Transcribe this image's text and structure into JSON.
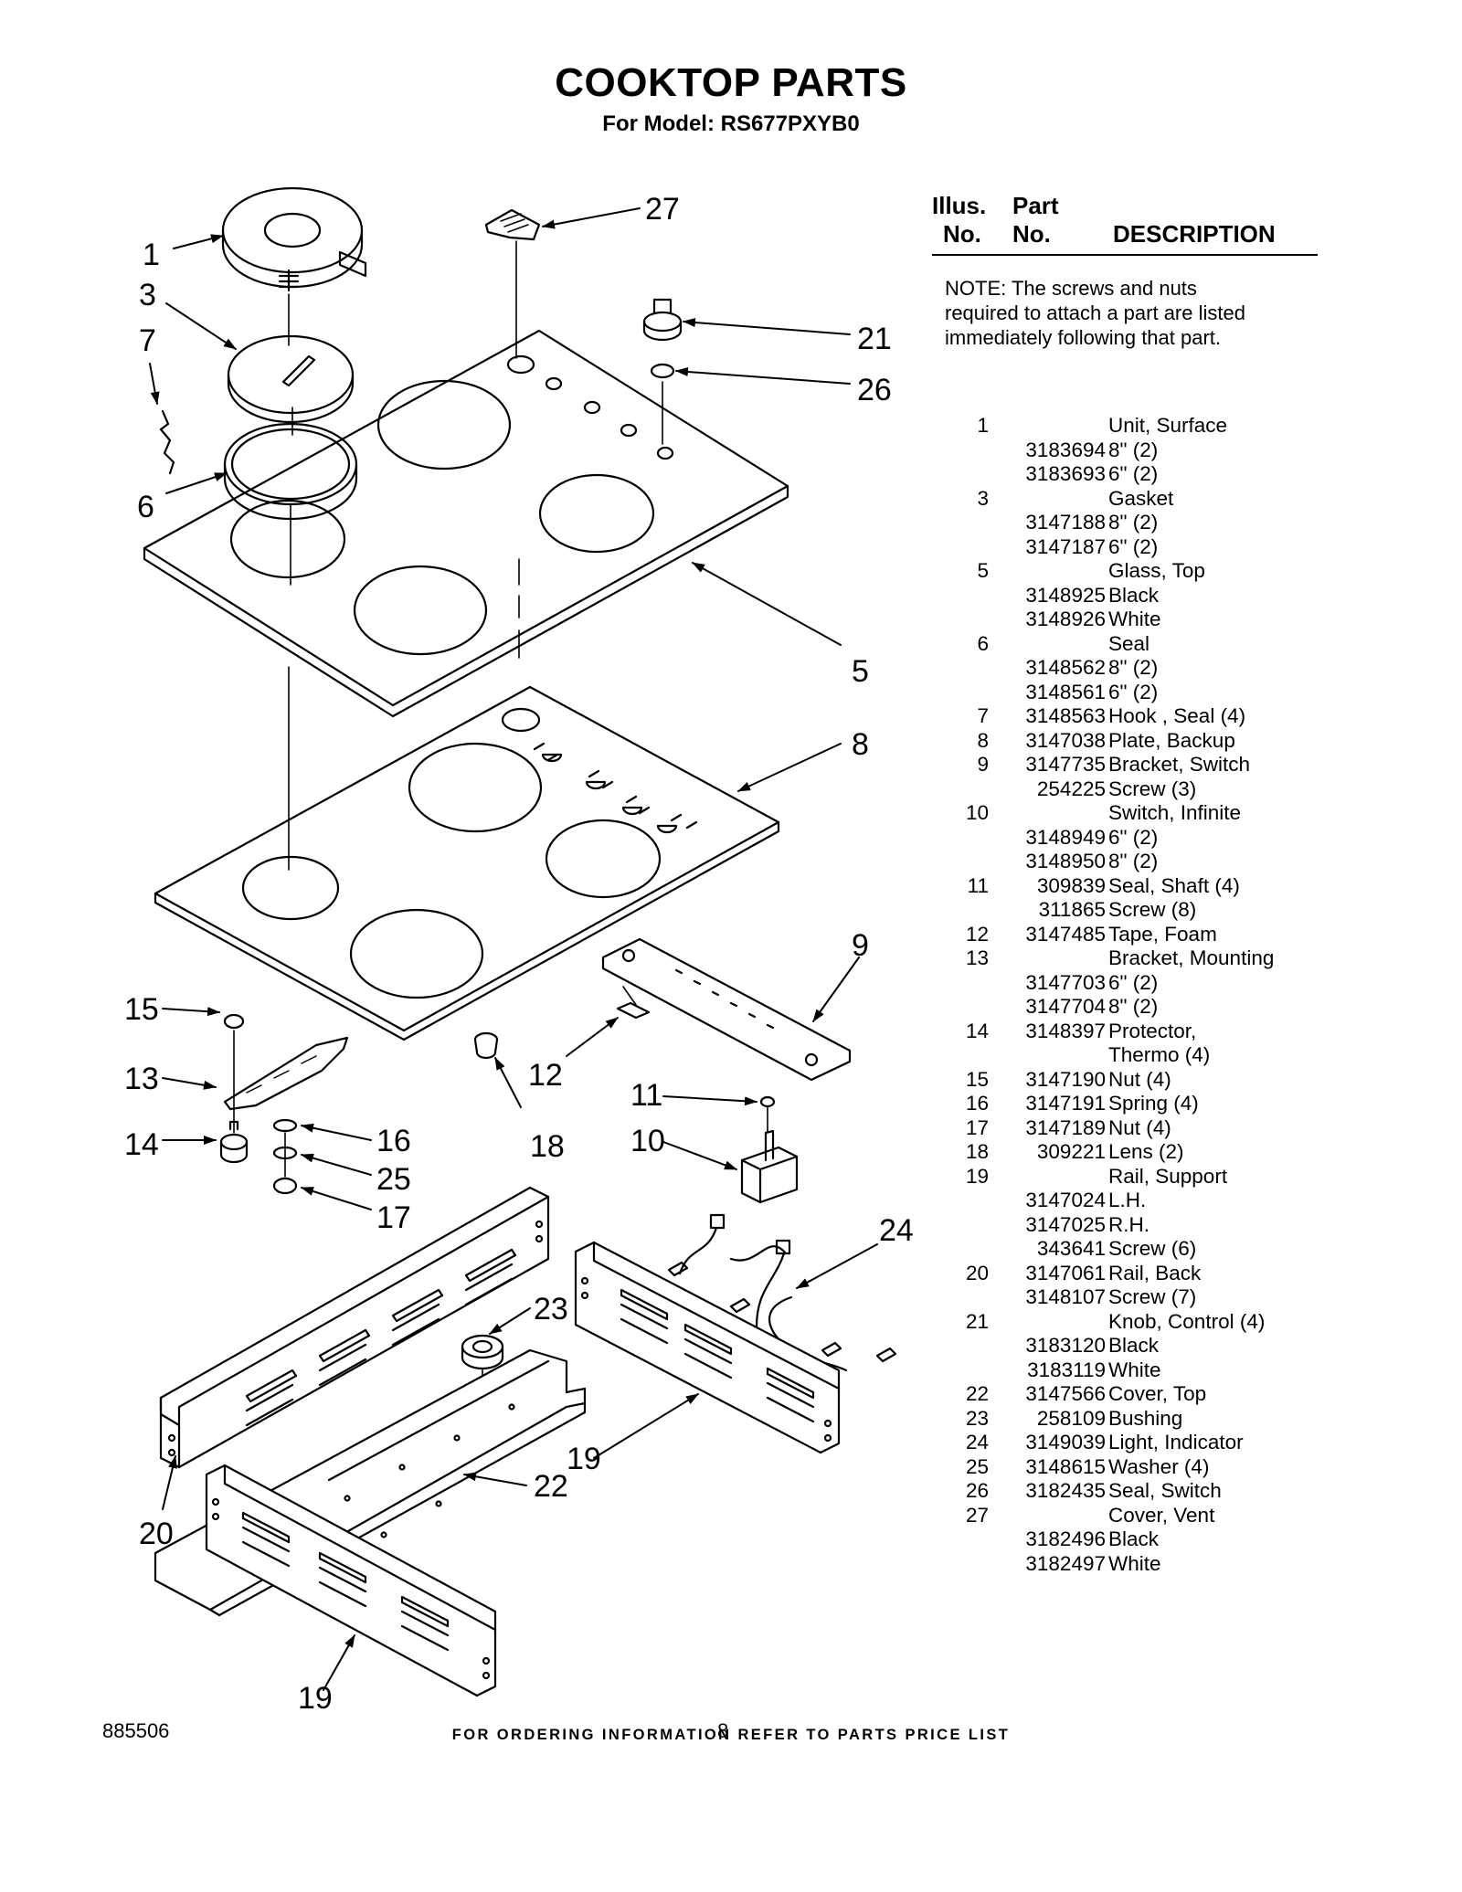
{
  "header": {
    "title": "COOKTOP PARTS",
    "subtitle": "For Model: RS677PXYB0"
  },
  "table_header": {
    "illus": "Illus.",
    "part": "Part",
    "no1": "No.",
    "no2": "No.",
    "description": "DESCRIPTION"
  },
  "note": "NOTE: The screws and nuts required to attach a part are listed immediately following that part.",
  "callouts": [
    "1",
    "3",
    "7",
    "6",
    "27",
    "21",
    "26",
    "5",
    "8",
    "9",
    "15",
    "13",
    "14",
    "16",
    "25",
    "17",
    "12",
    "18",
    "11",
    "10",
    "24",
    "23",
    "22",
    "19",
    "20",
    "19"
  ],
  "parts": [
    {
      "illus": "1",
      "part": "",
      "desc": "Unit, Surface"
    },
    {
      "illus": "",
      "part": "3183694",
      "desc": "8\" (2)"
    },
    {
      "illus": "",
      "part": "3183693",
      "desc": "6\" (2)"
    },
    {
      "illus": "3",
      "part": "",
      "desc": "Gasket"
    },
    {
      "illus": "",
      "part": "3147188",
      "desc": "8\" (2)"
    },
    {
      "illus": "",
      "part": "3147187",
      "desc": "6\" (2)"
    },
    {
      "illus": "5",
      "part": "",
      "desc": "Glass, Top"
    },
    {
      "illus": "",
      "part": "3148925",
      "desc": "Black"
    },
    {
      "illus": "",
      "part": "3148926",
      "desc": "White"
    },
    {
      "illus": "6",
      "part": "",
      "desc": "Seal"
    },
    {
      "illus": "",
      "part": "3148562",
      "desc": "8\" (2)"
    },
    {
      "illus": "",
      "part": "3148561",
      "desc": "6\" (2)"
    },
    {
      "illus": "7",
      "part": "3148563",
      "desc": "Hook , Seal (4)"
    },
    {
      "illus": "8",
      "part": "3147038",
      "desc": "Plate, Backup"
    },
    {
      "illus": "9",
      "part": "3147735",
      "desc": "Bracket, Switch"
    },
    {
      "illus": "",
      "part": "254225",
      "desc": "Screw (3)"
    },
    {
      "illus": "10",
      "part": "",
      "desc": "Switch, Infinite"
    },
    {
      "illus": "",
      "part": "3148949",
      "desc": "6\" (2)"
    },
    {
      "illus": "",
      "part": "3148950",
      "desc": "8\" (2)"
    },
    {
      "illus": "11",
      "part": "309839",
      "desc": "Seal, Shaft (4)"
    },
    {
      "illus": "",
      "part": "311865",
      "desc": "Screw (8)"
    },
    {
      "illus": "12",
      "part": "3147485",
      "desc": "Tape, Foam"
    },
    {
      "illus": "13",
      "part": "",
      "desc": "Bracket, Mounting"
    },
    {
      "illus": "",
      "part": "3147703",
      "desc": "6\" (2)"
    },
    {
      "illus": "",
      "part": "3147704",
      "desc": "8\" (2)"
    },
    {
      "illus": "14",
      "part": "3148397",
      "desc": "Protector,"
    },
    {
      "illus": "",
      "part": "",
      "desc": "Thermo (4)"
    },
    {
      "illus": "15",
      "part": "3147190",
      "desc": "Nut (4)"
    },
    {
      "illus": "16",
      "part": "3147191",
      "desc": "Spring (4)"
    },
    {
      "illus": "17",
      "part": "3147189",
      "desc": "Nut (4)"
    },
    {
      "illus": "18",
      "part": "309221",
      "desc": "Lens (2)"
    },
    {
      "illus": "19",
      "part": "",
      "desc": "Rail, Support"
    },
    {
      "illus": "",
      "part": "3147024",
      "desc": "L.H."
    },
    {
      "illus": "",
      "part": "3147025",
      "desc": "R.H."
    },
    {
      "illus": "",
      "part": "343641",
      "desc": "Screw (6)"
    },
    {
      "illus": "20",
      "part": "3147061",
      "desc": "Rail, Back"
    },
    {
      "illus": "",
      "part": "3148107",
      "desc": " Screw (7)"
    },
    {
      "illus": "21",
      "part": "",
      "desc": "Knob, Control  (4)"
    },
    {
      "illus": "",
      "part": "3183120",
      "desc": "Black"
    },
    {
      "illus": "",
      "part": "3183119",
      "desc": "White"
    },
    {
      "illus": "22",
      "part": "3147566",
      "desc": "Cover, Top"
    },
    {
      "illus": "23",
      "part": "258109",
      "desc": "Bushing"
    },
    {
      "illus": "24",
      "part": "3149039",
      "desc": "Light, Indicator"
    },
    {
      "illus": "25",
      "part": "3148615",
      "desc": "Washer (4)"
    },
    {
      "illus": "26",
      "part": "3182435",
      "desc": "Seal, Switch"
    },
    {
      "illus": "27",
      "part": "",
      "desc": "Cover, Vent"
    },
    {
      "illus": "",
      "part": "3182496",
      "desc": "Black"
    },
    {
      "illus": "",
      "part": "3182497",
      "desc": "White"
    }
  ],
  "footer": {
    "ordering": "FOR ORDERING INFORMATION REFER TO PARTS PRICE LIST",
    "doc_number": "885506",
    "page_number": "8"
  }
}
